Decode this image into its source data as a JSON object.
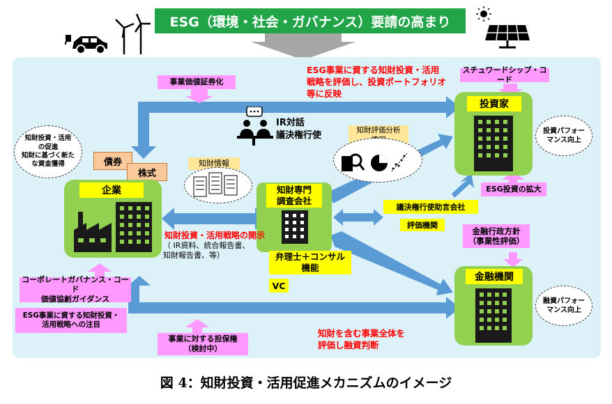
{
  "banner": "ESG（環境・社会・ガバナンス）要請の高まり",
  "caption": "図 4：知財投資・活用促進メカニズムのイメージ",
  "top_red_note": [
    "ESG事業に資する知財投資・活用",
    "戦略を評価し、投資ポートフォリオ",
    "等に反映"
  ],
  "securitization": "事業価値証券化",
  "stewardship": "スチュワードシップ・コード",
  "investor": "投資家",
  "investor_cloud": [
    "投資パフォー",
    "マンス向上"
  ],
  "esg_expand": "ESG投資の拡大",
  "ir": [
    "IR対話",
    "議決権行使"
  ],
  "analysis": [
    "知財評価分析",
    "情報"
  ],
  "left_cloud": [
    "知財投資・活用",
    "の促進",
    "知財に基づく新た",
    "な資金獲得"
  ],
  "bond": "債券",
  "stock": "株式",
  "ip_info": "知財情報",
  "company": "企業",
  "firm": [
    "知財専門",
    "調査会社"
  ],
  "advisor": "議決権行使助言会社",
  "rating": "評価機関",
  "disclosure_red": "知財投資・活用戦略の開示",
  "disclosure_black": [
    "（ IR資料、統合報告書、",
    "知財報告書、等）"
  ],
  "patent_consult": [
    "弁理士＋コンサル",
    "機能"
  ],
  "vc": "VC",
  "fsa_policy": [
    "金融行政方針",
    "（事業性評価）"
  ],
  "bank": "金融機関",
  "bank_cloud": [
    "融資パフォー",
    "マンス向上"
  ],
  "cg_code": [
    "コーポレートガバナンス・コード",
    "価値協創ガイダンス"
  ],
  "esg_focus": [
    "ESG事業に資する知財投資・",
    "活用戦略への注目"
  ],
  "collateral": [
    "事業に対する担保権",
    "（検討中）"
  ],
  "bottom_red": [
    "知財を含む事業全体を",
    "評価し融資判断"
  ]
}
